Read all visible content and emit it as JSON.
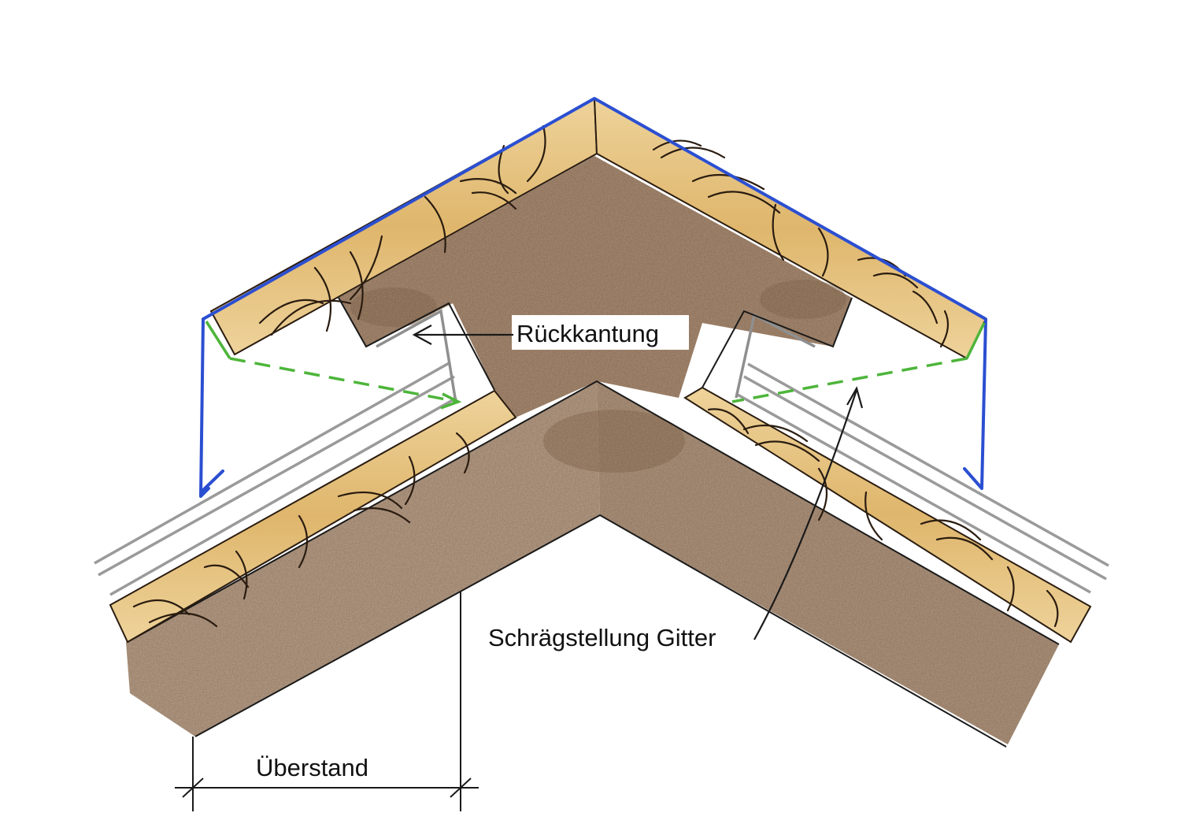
{
  "labels": {
    "rueckkantung": "Rückkantung",
    "schraegstellung": "Schrägstellung Gitter",
    "ueberstand": "Überstand"
  },
  "colors": {
    "wood": "#e8c88a",
    "wood_dark": "#d9ad62",
    "grain": "#2a1c10",
    "rafter": "#b59c86",
    "rafter_dark": "#8c6f56",
    "blue_flashing": "#2b4fd1",
    "green_grid": "#4db53a",
    "grey_sheet": "#9a9a9a",
    "line": "#1a1a1a"
  }
}
